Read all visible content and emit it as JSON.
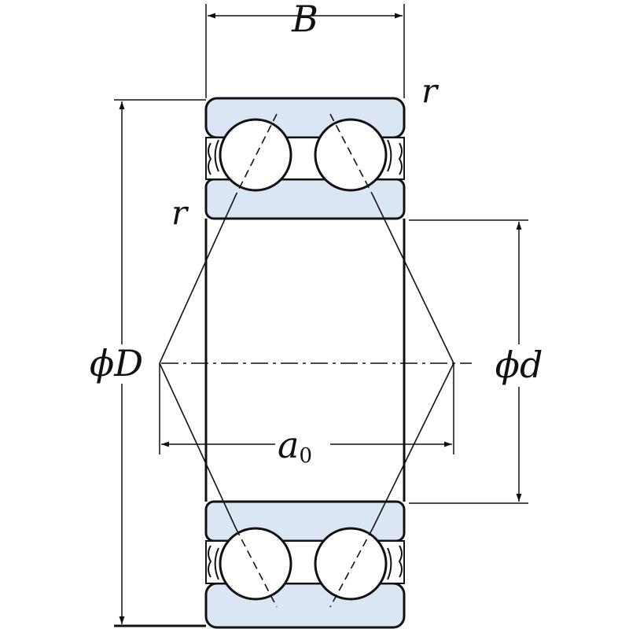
{
  "labels": {
    "width": "B",
    "corner_radius": "r",
    "outer_diameter": "ϕD",
    "bore_diameter": "ϕd",
    "pressure_center_base": "a",
    "pressure_center_sub": "0"
  },
  "colors": {
    "line": "#111111",
    "ring_fill": "#dbe6f5",
    "ball_fill": "#ffffff",
    "background": "#ffffff"
  }
}
